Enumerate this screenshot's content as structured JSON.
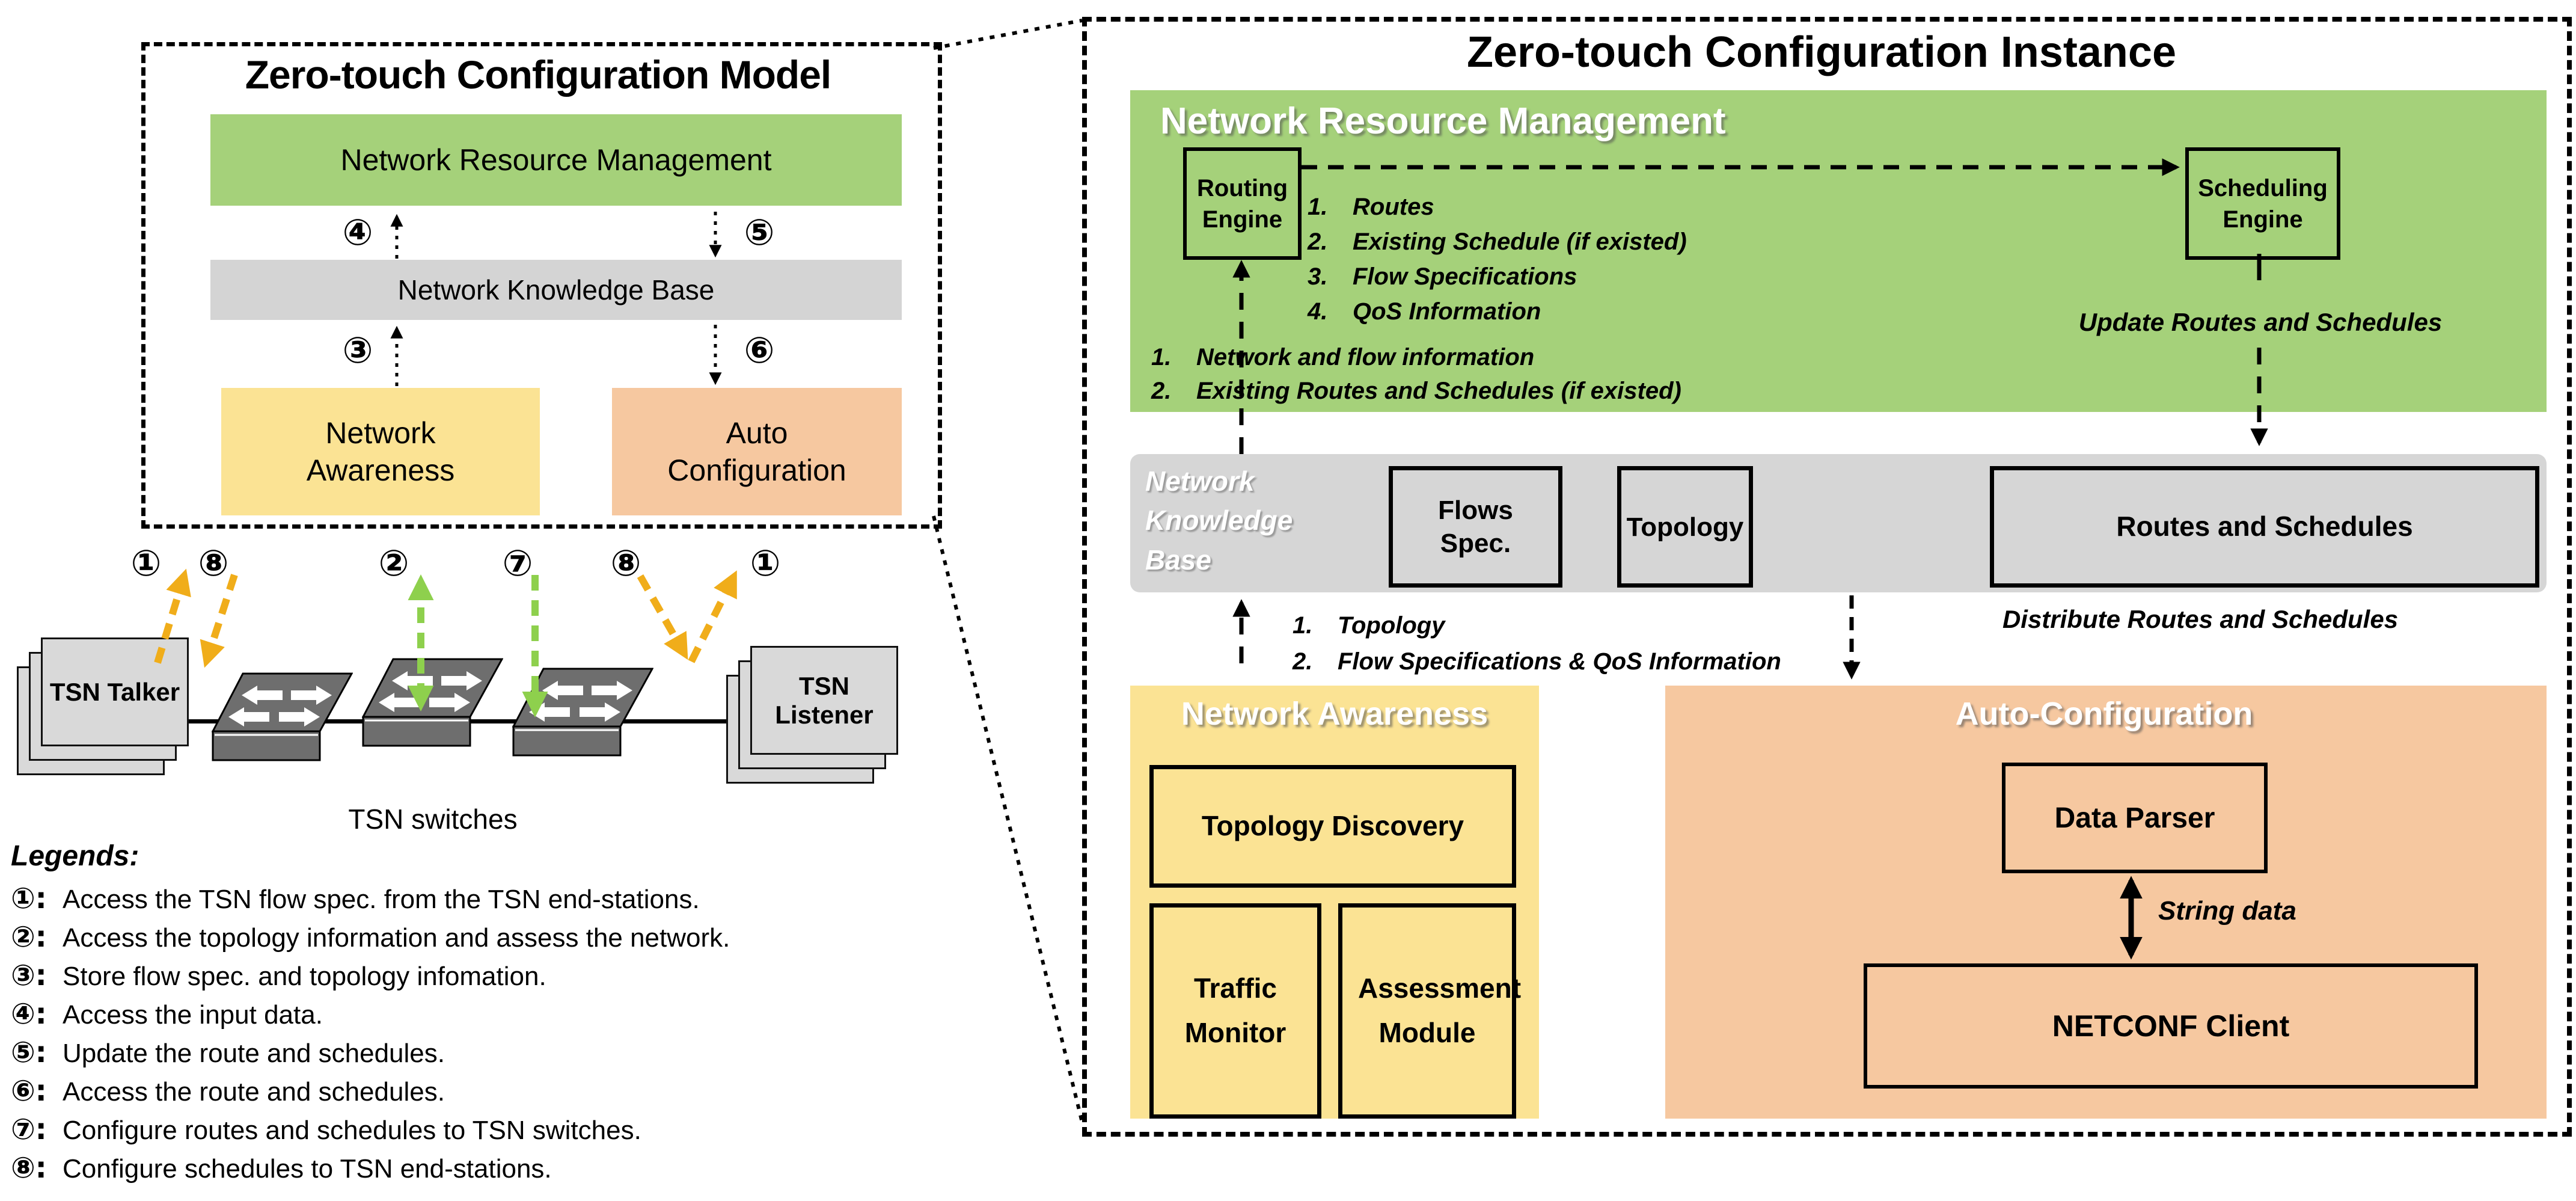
{
  "colors": {
    "green_block": "#a5d17a",
    "yellow_block": "#fbe394",
    "orange_block": "#f6c8a0",
    "gray_block": "#d6d6d6",
    "switch_gray": "#6e6e6e",
    "arrow_yellow": "#f0ad1a",
    "arrow_green": "#8ed04d"
  },
  "left_panel": {
    "title": "Zero-touch Configuration Model",
    "nrm_label": "Network Resource Management",
    "nkb_label": "Network Knowledge Base",
    "na_label": "Network Awareness",
    "ac_label": "Auto Configuration",
    "step_markers": {
      "s3": "③",
      "s4": "④",
      "s5": "⑤",
      "s6": "⑥"
    }
  },
  "topology": {
    "talker_label": "TSN Talker",
    "listener_label": "TSN Listener",
    "switches_label": "TSN switches",
    "flow_markers": [
      "①",
      "⑧",
      "②",
      "⑦",
      "⑧",
      "①"
    ]
  },
  "legends": {
    "title": "Legends:",
    "items": [
      {
        "marker": "①:",
        "text": "Access the TSN flow spec. from the TSN end-stations."
      },
      {
        "marker": "②:",
        "text": "Access the topology information and assess the network."
      },
      {
        "marker": "③:",
        "text": "Store flow spec. and topology infomation."
      },
      {
        "marker": "④:",
        "text": "Access the input data."
      },
      {
        "marker": "⑤:",
        "text": "Update the route and schedules."
      },
      {
        "marker": "⑥:",
        "text": "Access the route and schedules."
      },
      {
        "marker": "⑦:",
        "text": "Configure routes and schedules to TSN switches."
      },
      {
        "marker": "⑧:",
        "text": "Configure schedules to TSN end-stations."
      }
    ]
  },
  "right_panel": {
    "title": "Zero-touch Configuration Instance",
    "nrm": {
      "header": "Network Resource Management",
      "routing_engine": "Routing Engine",
      "scheduling_engine": "Scheduling Engine",
      "route_outputs": [
        {
          "num": "1.",
          "text": "Routes"
        },
        {
          "num": "2.",
          "text": "Existing Schedule (if existed)"
        },
        {
          "num": "3.",
          "text": "Flow Specifications"
        },
        {
          "num": "4.",
          "text": "QoS Information"
        }
      ],
      "routing_inputs": [
        {
          "num": "1.",
          "text": "Network and flow information"
        },
        {
          "num": "2.",
          "text": "Existing Routes and Schedules (if existed)"
        }
      ],
      "update_label": "Update Routes and Schedules"
    },
    "nkb": {
      "header": "Network Knowledge Base",
      "flows_spec": "Flows Spec.",
      "topology": "Topology",
      "routes_schedules": "Routes and Schedules"
    },
    "na": {
      "header": "Network Awareness",
      "inputs": [
        {
          "num": "1.",
          "text": "Topology"
        },
        {
          "num": "2.",
          "text": "Flow Specifications & QoS Information"
        }
      ],
      "topology_discovery": "Topology Discovery",
      "traffic_monitor": "Traffic Monitor",
      "assessment_module": "Assessment Module"
    },
    "ac": {
      "header": "Auto-Configuration",
      "distribute_label": "Distribute Routes and Schedules",
      "data_parser": "Data Parser",
      "string_data_label": "String data",
      "netconf_client": "NETCONF Client"
    }
  }
}
